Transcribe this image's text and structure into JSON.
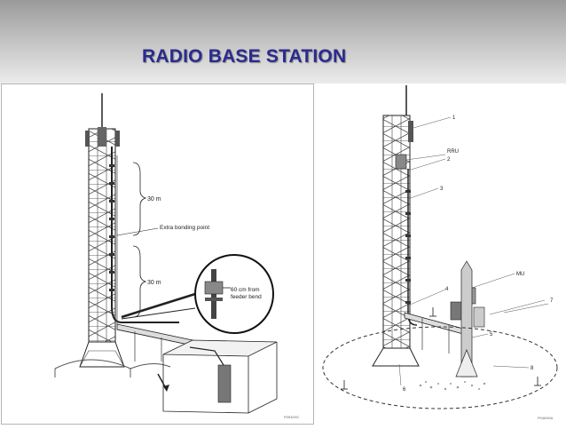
{
  "slide": {
    "title": "RADIO BASE STATION"
  },
  "left_figure": {
    "label_30m_top": "30 m",
    "label_bonding": "Extra bonding point",
    "label_30m_bottom": "30 m",
    "callout_line1": "60 cm from",
    "callout_line2": "feeder bend",
    "figure_code": "P0532HC"
  },
  "right_figure": {
    "num_1": "1",
    "label_rru": "RRU",
    "num_2": "2",
    "num_3": "3",
    "label_mu": "MU",
    "num_4": "4",
    "num_7": "7",
    "num_5": "5",
    "num_8": "8",
    "num_6": "6",
    "figure_code": "P0469GA"
  }
}
